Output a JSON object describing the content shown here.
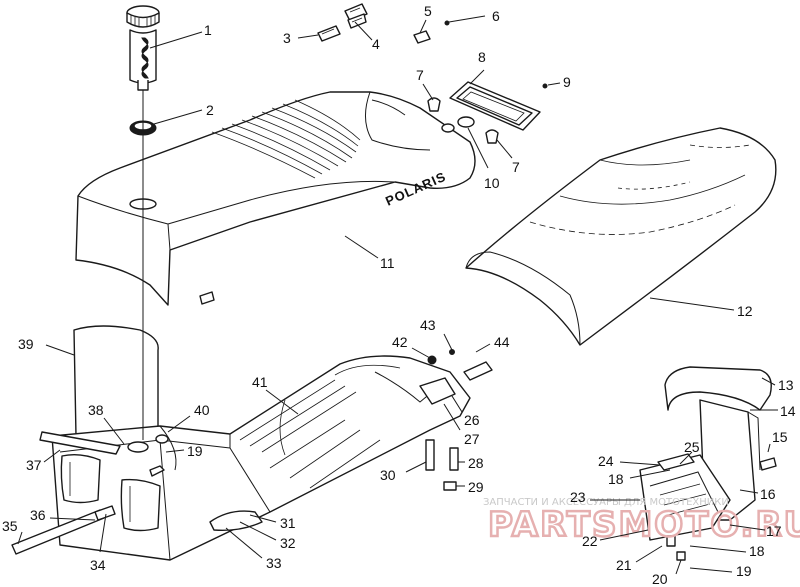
{
  "diagram": {
    "brand_text": "POLARIS",
    "callouts": [
      "1",
      "2",
      "3",
      "4",
      "5",
      "6",
      "7",
      "8",
      "9",
      "7",
      "10",
      "11",
      "12",
      "13",
      "14",
      "15",
      "16",
      "17",
      "18",
      "19",
      "20",
      "21",
      "22",
      "23",
      "24",
      "18",
      "25",
      "26",
      "27",
      "28",
      "29",
      "30",
      "31",
      "32",
      "33",
      "34",
      "35",
      "36",
      "37",
      "38",
      "19",
      "40",
      "39",
      "41",
      "42",
      "43",
      "44"
    ],
    "watermark": {
      "caption": "ЗАПЧАСТИ И АКСЕССУАРЫ ДЛЯ МОТОТЕХНИКИ",
      "logo": "PARTSMOTO.RU"
    }
  }
}
